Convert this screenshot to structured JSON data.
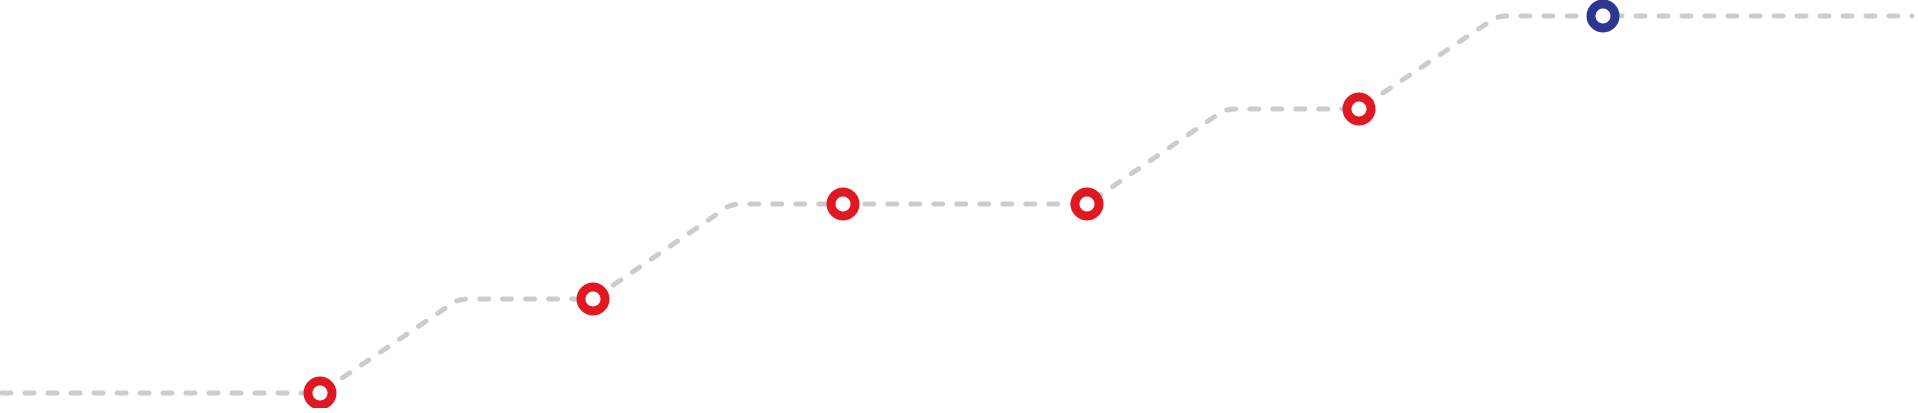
{
  "colors": {
    "background": "#ffffff",
    "path": "#cccccc",
    "milestone": "#e01822",
    "current": "#2d3590"
  },
  "milestones": [
    {
      "step": 1,
      "level": 0,
      "status": "milestone"
    },
    {
      "step": 2,
      "level": 1,
      "status": "milestone"
    },
    {
      "step": 3,
      "level": 2,
      "status": "milestone"
    },
    {
      "step": 4,
      "level": 2,
      "status": "milestone"
    },
    {
      "step": 5,
      "level": 3,
      "status": "milestone"
    },
    {
      "step": 6,
      "level": 4,
      "status": "current"
    }
  ]
}
